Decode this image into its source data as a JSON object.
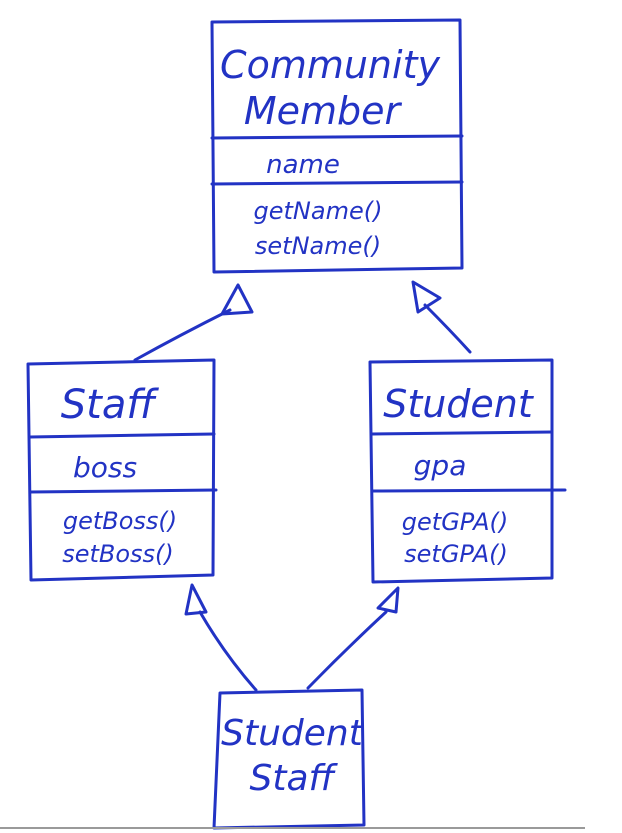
{
  "diagram": {
    "ink_color": "#2233c4",
    "classes": {
      "community_member": {
        "name_line1": "Community",
        "name_line2": "Member",
        "attribute": "name",
        "method1": "getName()",
        "method2": "setName()"
      },
      "staff": {
        "name": "Staff",
        "attribute": "boss",
        "method1": "getBoss()",
        "method2": "setBoss()"
      },
      "student": {
        "name": "Student",
        "attribute": "gpa",
        "method1": "getGPA()",
        "method2": "setGPA()"
      },
      "student_staff": {
        "name_line1": "Student",
        "name_line2": "Staff"
      }
    }
  }
}
